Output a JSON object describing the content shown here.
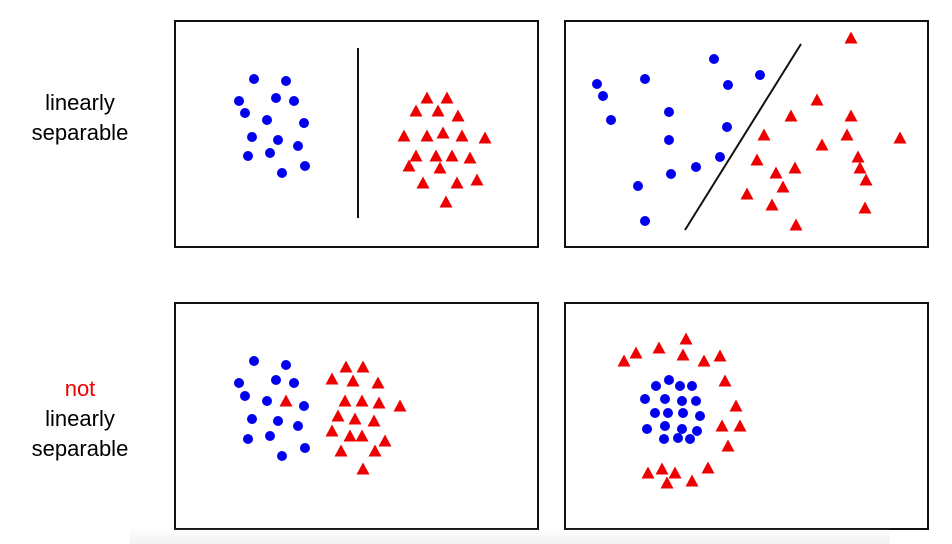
{
  "labels": {
    "top": [
      "linearly",
      "separable"
    ],
    "bottom_not": "not",
    "bottom": [
      "linearly",
      "separable"
    ]
  },
  "colors": {
    "class_a": "#0000ee",
    "class_b": "#ee0000",
    "not_text": "#ee0000",
    "border": "#111111"
  },
  "markers": {
    "class_a": "blue-dot-icon",
    "class_b": "red-triangle-icon"
  },
  "panels": [
    {
      "id": "top-left",
      "separable": true,
      "separator": "vertical-line"
    },
    {
      "id": "top-right",
      "separable": true,
      "separator": "diagonal-line"
    },
    {
      "id": "bottom-left",
      "separable": false
    },
    {
      "id": "bottom-right",
      "separable": false
    }
  ]
}
